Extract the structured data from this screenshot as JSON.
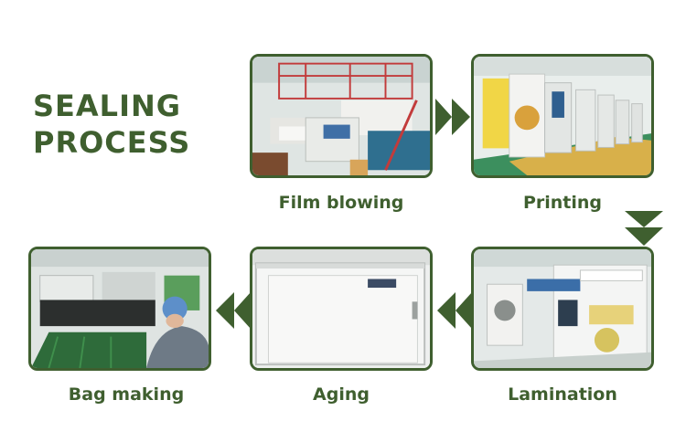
{
  "title": {
    "line1": "SEALING",
    "line2": "PROCESS"
  },
  "accent_color": "#3f5f2f",
  "steps": [
    {
      "label": "Film blowing",
      "image": "film-blowing-machine-photo"
    },
    {
      "label": "Printing",
      "image": "printing-press-photo"
    },
    {
      "label": "Lamination",
      "image": "lamination-machine-photo"
    },
    {
      "label": "Aging",
      "image": "aging-chamber-photo"
    },
    {
      "label": "Bag making",
      "image": "bag-making-worker-photo"
    }
  ],
  "flow_arrows": [
    "double-chevron-right-icon",
    "double-chevron-down-icon",
    "double-chevron-left-icon",
    "double-chevron-left-icon"
  ]
}
